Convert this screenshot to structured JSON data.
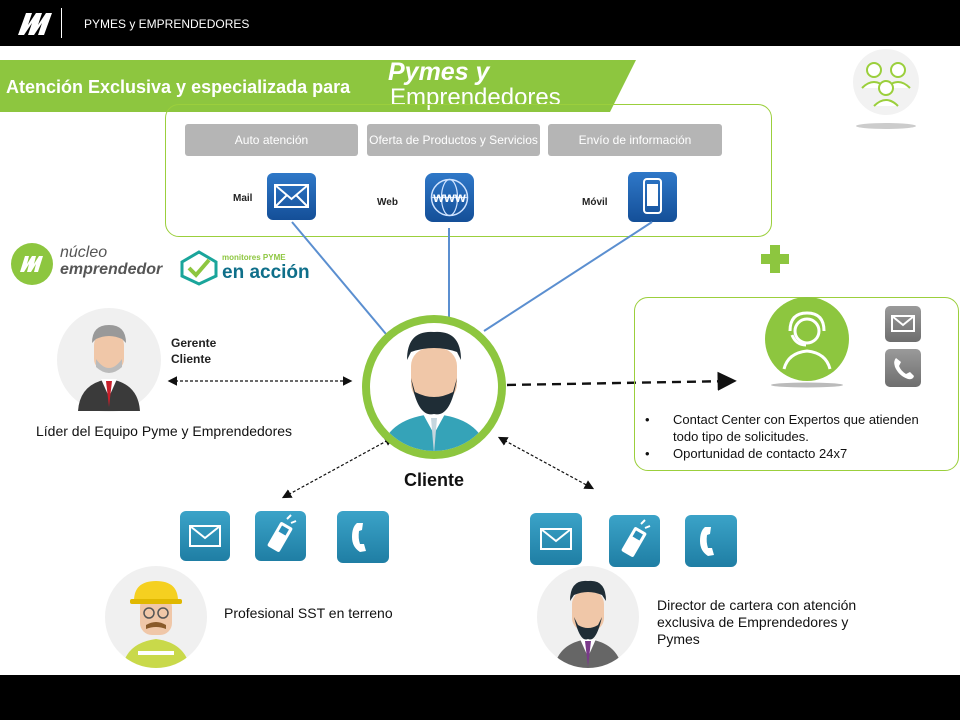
{
  "header": {
    "title": "PYMES y EMPRENDEDORES"
  },
  "banner": {
    "text": "Atención Exclusiva y especializada para",
    "brand_line1": "Pymes y",
    "brand_line2": "Emprendedores",
    "color": "#8dc63f"
  },
  "channels": [
    {
      "pill": "Auto atención",
      "label": "Mail",
      "icon": "mail-icon"
    },
    {
      "pill": "Oferta de Productos y Servicios",
      "label": "Web",
      "icon": "web-icon",
      "icon_text": "www"
    },
    {
      "pill": "Envío de información",
      "label": "Móvil",
      "icon": "mobile-icon"
    }
  ],
  "partners": {
    "nucleo_line1": "núcleo",
    "nucleo_line2": "emprendedor",
    "monitores_line1": "monitores PYME",
    "monitores_line2": "en acción"
  },
  "manager": {
    "role": "Gerente Cliente",
    "role_line1": "Gerente",
    "role_line2": "Cliente",
    "caption": "Líder del Equipo Pyme y Emprendedores"
  },
  "client": {
    "label": "Cliente"
  },
  "contact_center": {
    "bullets": [
      "Contact Center con Expertos que atienden todo tipo de solicitudes.",
      "Oportunidad de contacto 24x7"
    ]
  },
  "sst": {
    "caption": "Profesional SST en terreno"
  },
  "director": {
    "caption": "Director de cartera con atención exclusiva de Emprendedores y Pymes"
  },
  "colors": {
    "green": "#8dc63f",
    "blue": "#1c5fb0",
    "teal": "#2a8fb8",
    "dark": "#000000"
  }
}
